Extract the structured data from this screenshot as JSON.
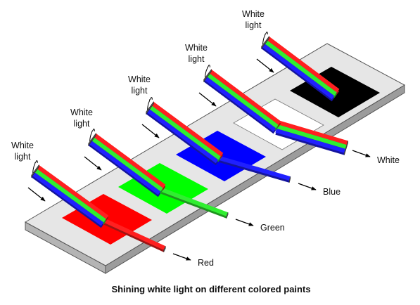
{
  "caption": "Shining white light on different colored paints",
  "incident_label_line1": "White",
  "incident_label_line2": "light",
  "panels": [
    {
      "paint": "red",
      "reflected_label": "Red",
      "paint_color": "#ff0000",
      "reflected_beams": [
        "red"
      ]
    },
    {
      "paint": "green",
      "reflected_label": "Green",
      "paint_color": "#00ff00",
      "reflected_beams": [
        "green"
      ]
    },
    {
      "paint": "blue",
      "reflected_label": "Blue",
      "paint_color": "#0000ff",
      "reflected_beams": [
        "blue"
      ]
    },
    {
      "paint": "white",
      "reflected_label": "White",
      "paint_color": "#ffffff",
      "reflected_beams": [
        "red",
        "green",
        "blue"
      ]
    },
    {
      "paint": "black",
      "reflected_label": "",
      "paint_color": "#000000",
      "reflected_beams": []
    }
  ],
  "colors": {
    "red": "#ff2020",
    "green": "#30ee30",
    "blue": "#2020ff",
    "board_top": "#e6e6e6",
    "board_side": "#b4b4b4"
  }
}
